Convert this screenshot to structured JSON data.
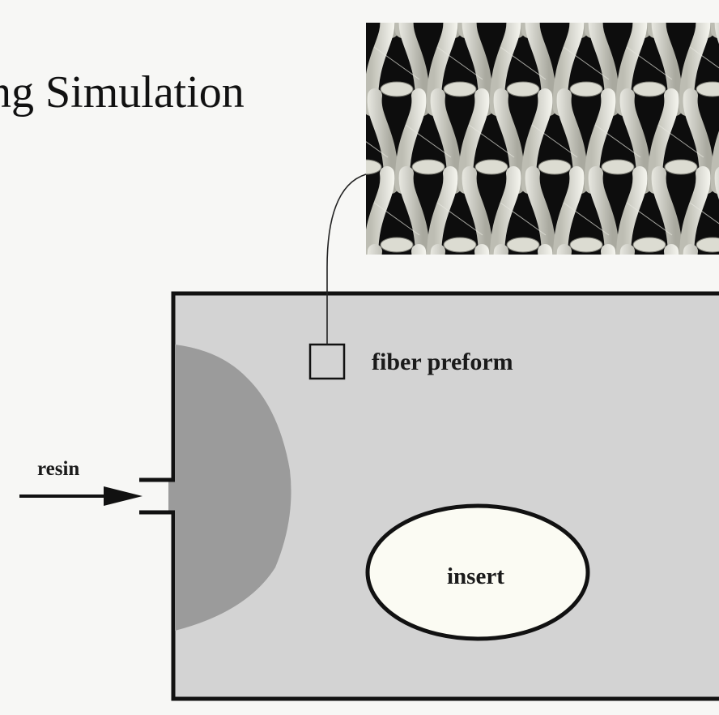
{
  "title": "ng Simulation",
  "labels": {
    "preform": "fiber preform",
    "resin": "resin",
    "insert": "insert"
  },
  "colors": {
    "background": "#f7f7f5",
    "mold_fill": "#d3d3d3",
    "resin_front": "#9b9b9b",
    "outline": "#111111",
    "insert_fill": "#fbfbf3"
  }
}
